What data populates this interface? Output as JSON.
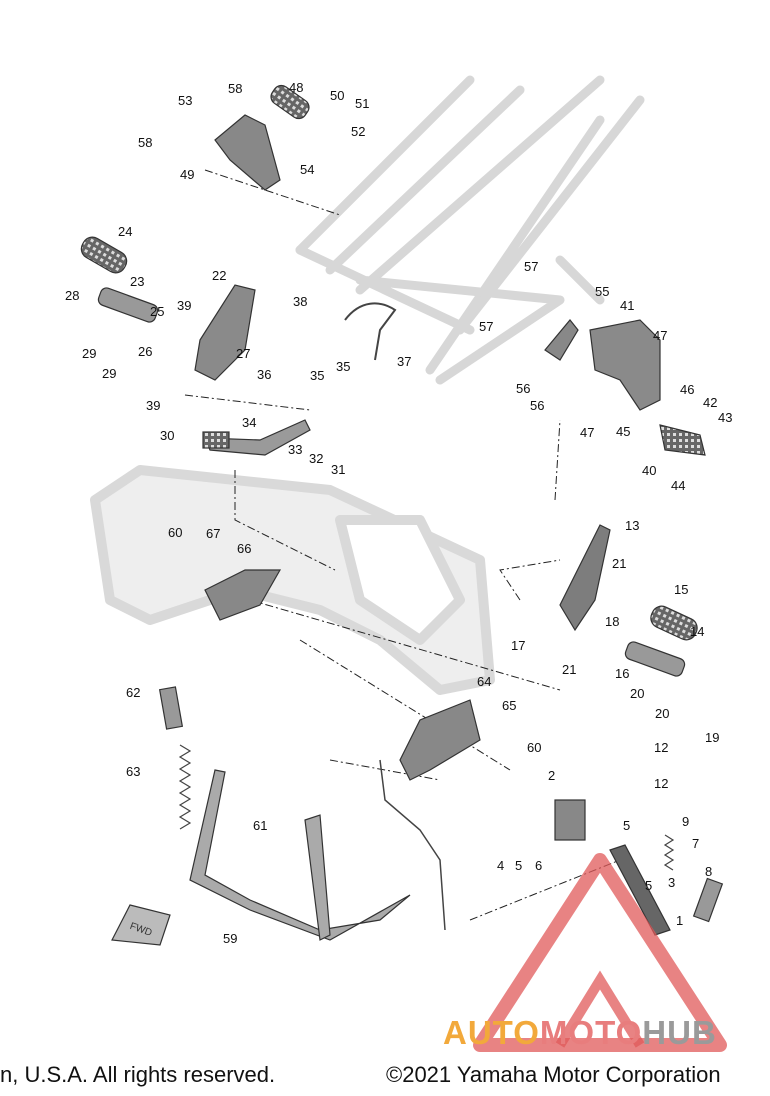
{
  "diagram": {
    "callouts": [
      "1",
      "2",
      "3",
      "4",
      "5",
      "5",
      "5",
      "6",
      "7",
      "8",
      "9",
      "12",
      "12",
      "13",
      "14",
      "15",
      "16",
      "17",
      "18",
      "19",
      "20",
      "20",
      "21",
      "21",
      "22",
      "23",
      "24",
      "25",
      "26",
      "27",
      "28",
      "29",
      "29",
      "30",
      "31",
      "32",
      "33",
      "34",
      "35",
      "35",
      "36",
      "37",
      "38",
      "39",
      "39",
      "40",
      "41",
      "42",
      "43",
      "44",
      "45",
      "46",
      "47",
      "47",
      "48",
      "49",
      "50",
      "51",
      "52",
      "53",
      "54",
      "55",
      "56",
      "56",
      "57",
      "57",
      "58",
      "58",
      "59",
      "60",
      "60",
      "61",
      "62",
      "63",
      "64",
      "65",
      "66",
      "67"
    ],
    "fwd_label": "FWD"
  },
  "watermark": {
    "auto": "AUTO",
    "moto": "MOTO",
    "hub": "HUB",
    "colors": {
      "triangle": "#e05a5a",
      "auto": "#f2a93b",
      "moto": "#e87d7d",
      "hub": "#9a9a9a"
    }
  },
  "footer": {
    "left": "n, U.S.A. All rights reserved.",
    "right": "©2021 Yamaha Motor Corporation"
  }
}
